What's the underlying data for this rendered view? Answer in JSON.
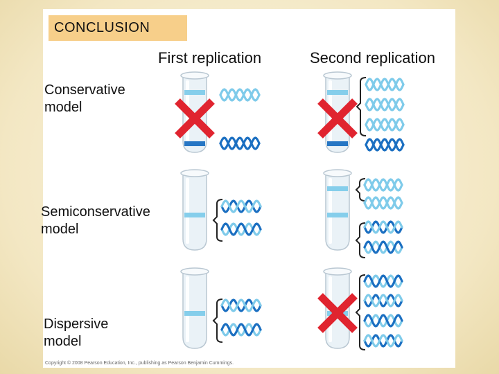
{
  "banner": {
    "title": "CONCLUSION"
  },
  "columns": {
    "first": "First replication",
    "second": "Second replication"
  },
  "rows": {
    "conservative": "Conservative\nmodel",
    "semiconservative": "Semiconservative\nmodel",
    "dispersive": "Dispersive\nmodel"
  },
  "copyright": "Copyright © 2008 Pearson Education, Inc., publishing as Pearson Benjamin Cummings.",
  "colors": {
    "heavy_dna": "#1b6fc1",
    "light_dna": "#7fcbea",
    "reject_x": "#e0242f",
    "header_bg": "#f7cf8a"
  },
  "icons": [
    "test-tube-icon",
    "dna-double-helix-icon",
    "red-x-icon",
    "bracket-icon"
  ]
}
